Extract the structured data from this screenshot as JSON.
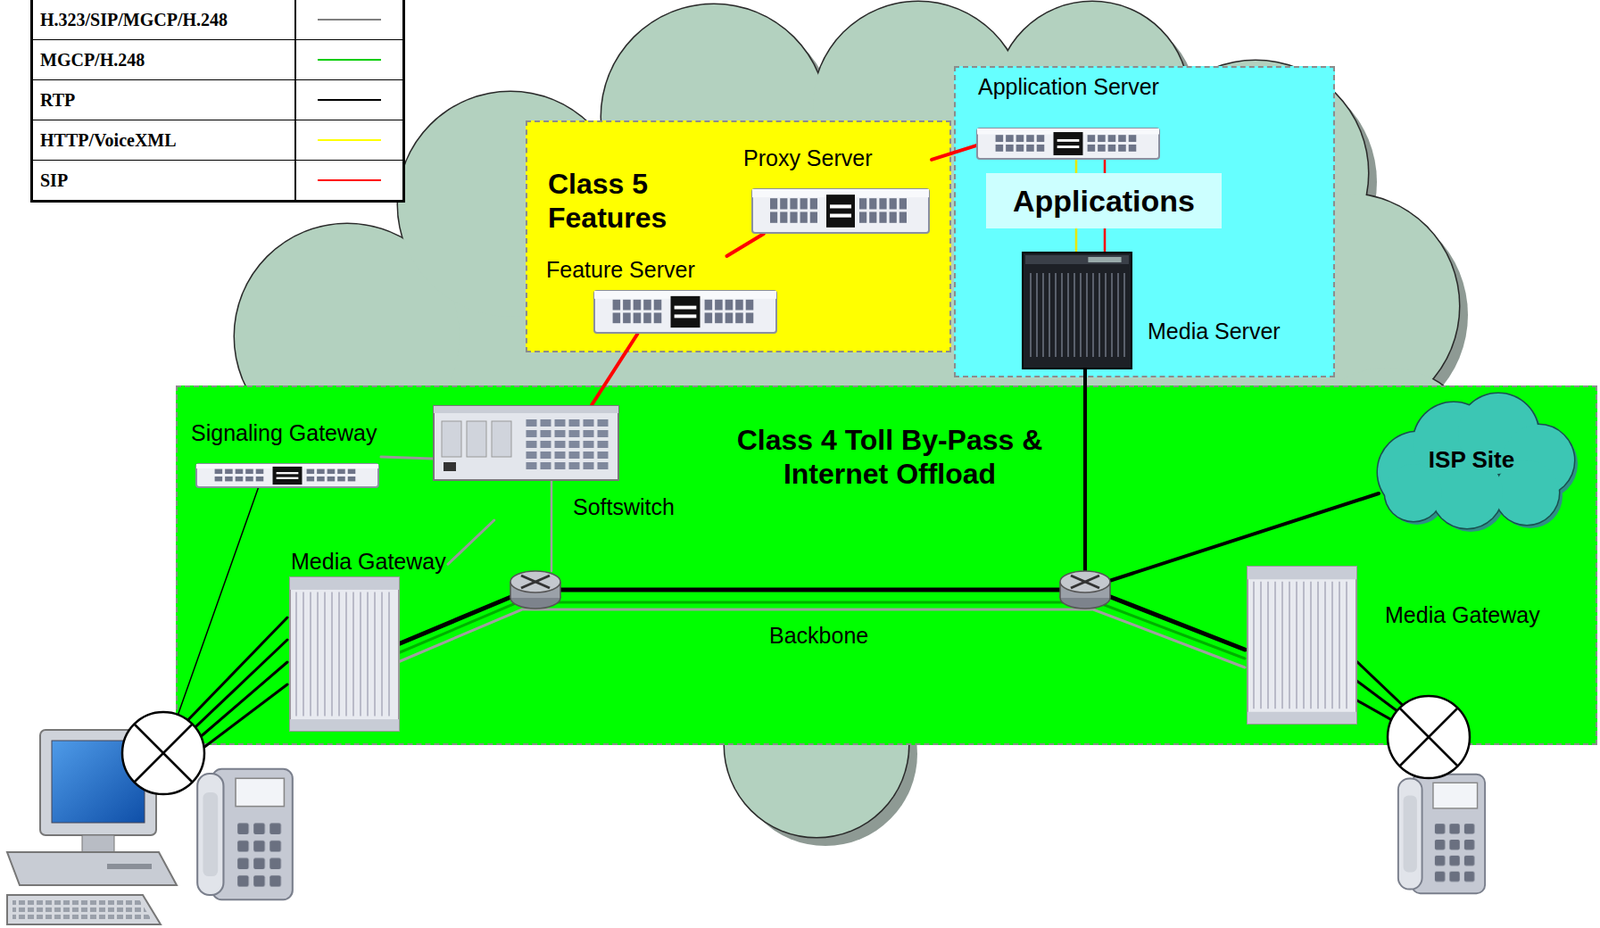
{
  "diagram": {
    "nodes": [
      {
        "text": [
          "Class 5 Features"
        ]
      },
      {
        "text": [
          "Proxy Server"
        ],
        "in": 0
      },
      {
        "text": [
          "Feature Server"
        ],
        "in": 0
      },
      {
        "text": [
          "Applications"
        ]
      },
      {
        "text": [
          "Application Server"
        ],
        "in": 3
      },
      {
        "text": [
          "Media Server"
        ],
        "in": 3
      },
      {
        "text": [
          "Class 4 Toll By-Pass & Internet Offload"
        ]
      },
      {
        "text": [
          "Signaling Gateway"
        ],
        "in": 6
      },
      {
        "text": [
          "Softswitch"
        ],
        "in": 6
      },
      {
        "text": [
          "Media Gateway"
        ],
        "in": 6
      },
      {
        "text": [
          "Media Gateway"
        ],
        "in": 6
      },
      {
        "text": [
          "ISP Site"
        ],
        "in": 6
      }
    ],
    "edges": [
      {
        "from": 8,
        "to": 2,
        "arrow": "none"
      },
      {
        "from": 2,
        "to": 1,
        "arrow": "none"
      },
      {
        "from": 1,
        "to": 4,
        "arrow": "none"
      },
      {
        "from": 4,
        "to": 5,
        "arrow": "none"
      },
      {
        "from": 4,
        "to": 5,
        "arrow": "none"
      },
      {
        "from": 7,
        "to": 8,
        "arrow": "none"
      },
      {
        "from": 8,
        "to": 9,
        "arrow": "none"
      }
    ],
    "labels": [
      "Backbone"
    ],
    "legend": [
      {
        "text": "H.323/SIP/MGCP/H.248"
      },
      {
        "text": "MGCP/H.248"
      },
      {
        "text": "RTP"
      },
      {
        "text": "HTTP/VoiceXML"
      },
      {
        "text": "SIP"
      }
    ]
  }
}
